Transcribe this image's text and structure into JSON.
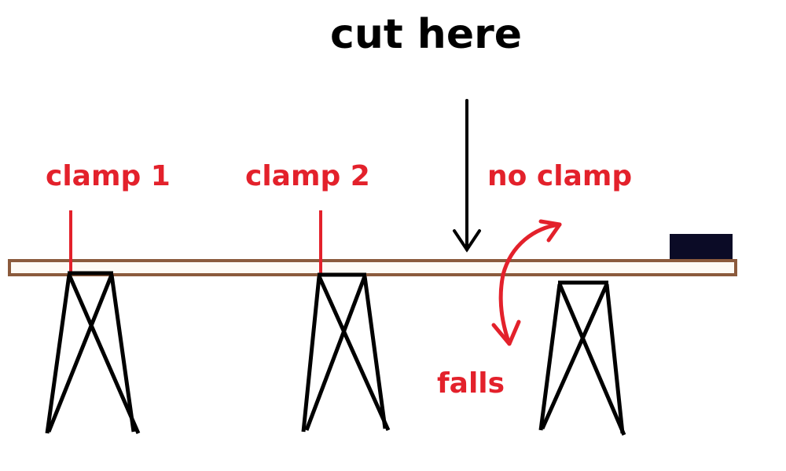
{
  "title": "cut here",
  "labels": {
    "clamp1": "clamp 1",
    "clamp2": "clamp 2",
    "no_clamp": "no clamp",
    "falls": "falls"
  },
  "colors": {
    "text": "#000000",
    "accent": "#e3212b",
    "board_outline": "#8b5a3c",
    "board_fill": "#fdfaf5",
    "sawhorse": "#000000",
    "weight": "#0b0b26"
  }
}
